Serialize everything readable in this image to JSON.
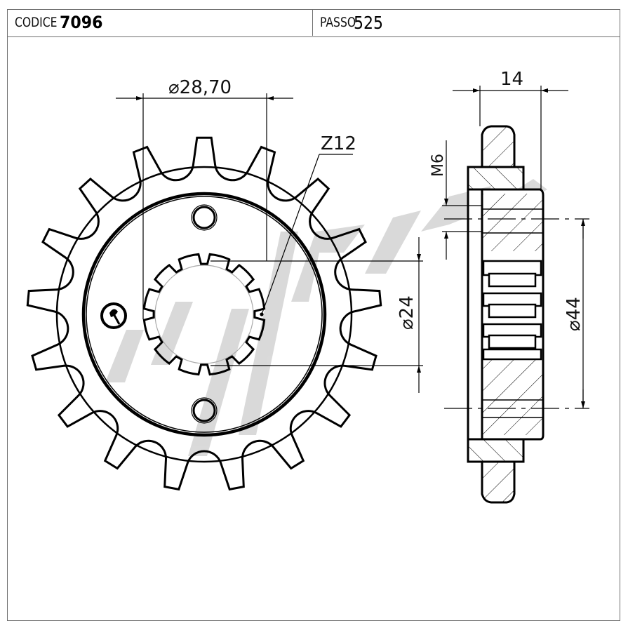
{
  "header": {
    "code_label": "CODICE",
    "code_value": "7096",
    "pitch_label": "PASSO",
    "pitch_value": "525"
  },
  "drawing": {
    "front_view": {
      "teeth_count": 17,
      "spline_teeth": 12,
      "bolt_holes": 2,
      "dimensions": {
        "spline_major_diameter": "⌀28,70",
        "spline_label": "Z12",
        "spline_minor_diameter": "⌀24"
      },
      "logo_icon": "brand-logo-icon"
    },
    "side_view": {
      "dimensions": {
        "width": "14",
        "thread": "M6",
        "hub_diameter": "⌀44"
      }
    },
    "watermark": "brand-watermark",
    "colors": {
      "line": "#000000",
      "frame": "#6e6e6e",
      "watermark": "#d9d9d9",
      "hatch": "#000000"
    }
  }
}
